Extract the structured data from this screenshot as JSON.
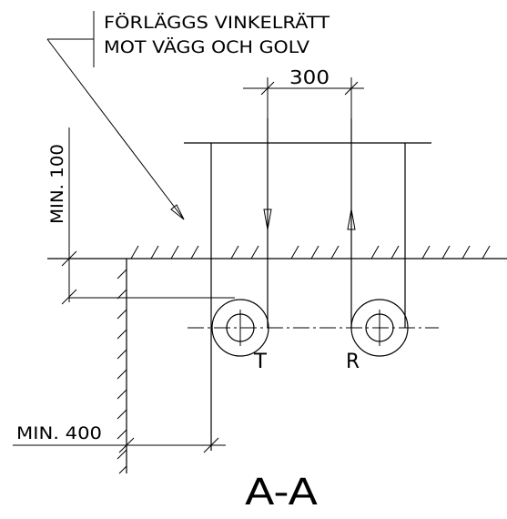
{
  "note": {
    "line1": "FÖRLÄGGS VINKELRÄTT",
    "line2": "MOT VÄGG OCH GOLV"
  },
  "dimensions": {
    "spacing": "300",
    "min_height": "MIN. 100",
    "min_side": "MIN. 400"
  },
  "pipes": {
    "supply": "T",
    "return": "R"
  },
  "section_label": "A-A"
}
